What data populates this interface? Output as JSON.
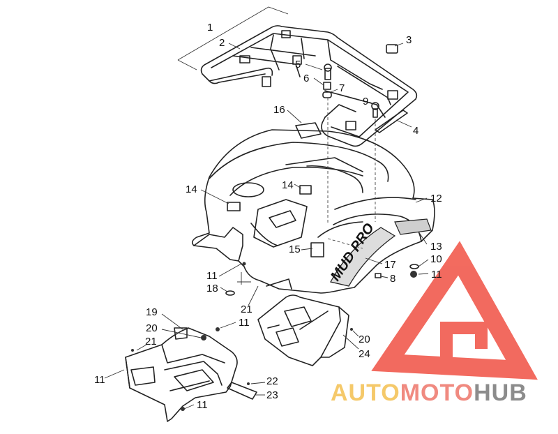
{
  "diagram": {
    "callouts": [
      {
        "id": "c1",
        "label": "1"
      },
      {
        "id": "c2",
        "label": "2"
      },
      {
        "id": "c3",
        "label": "3"
      },
      {
        "id": "c4",
        "label": "4"
      },
      {
        "id": "c5",
        "label": "5"
      },
      {
        "id": "c6",
        "label": "6"
      },
      {
        "id": "c7",
        "label": "7"
      },
      {
        "id": "c8",
        "label": "8"
      },
      {
        "id": "c9",
        "label": "9"
      },
      {
        "id": "c10",
        "label": "10"
      },
      {
        "id": "c11a",
        "label": "11"
      },
      {
        "id": "c11b",
        "label": "11"
      },
      {
        "id": "c11c",
        "label": "11"
      },
      {
        "id": "c11d",
        "label": "11"
      },
      {
        "id": "c11e",
        "label": "11"
      },
      {
        "id": "c12",
        "label": "12"
      },
      {
        "id": "c13",
        "label": "13"
      },
      {
        "id": "c14a",
        "label": "14"
      },
      {
        "id": "c14b",
        "label": "14"
      },
      {
        "id": "c15",
        "label": "15"
      },
      {
        "id": "c16",
        "label": "16"
      },
      {
        "id": "c17",
        "label": "17"
      },
      {
        "id": "c18",
        "label": "18"
      },
      {
        "id": "c19",
        "label": "19"
      },
      {
        "id": "c20a",
        "label": "20"
      },
      {
        "id": "c20b",
        "label": "20"
      },
      {
        "id": "c21a",
        "label": "21"
      },
      {
        "id": "c21b",
        "label": "21"
      },
      {
        "id": "c22",
        "label": "22"
      },
      {
        "id": "c23",
        "label": "23"
      },
      {
        "id": "c24",
        "label": "24"
      }
    ],
    "decal_text": "MUD PRO"
  },
  "watermark": {
    "part1": "AUTO",
    "part2": "MOTO",
    "part3": "HUB",
    "colors": {
      "auto": "#f5c96a",
      "moto": "#f08a80",
      "hub": "#9a9a9a",
      "triangle": "#f04a3c"
    }
  }
}
